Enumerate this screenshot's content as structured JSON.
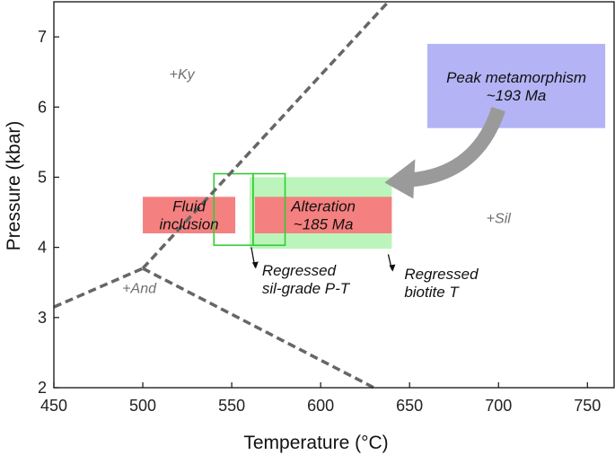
{
  "chart_data": {
    "type": "scatter",
    "title": "",
    "xlabel": "Temperature (°C)",
    "ylabel": "Pressure (kbar)",
    "xlim": [
      450,
      765
    ],
    "ylim": [
      2,
      7.5
    ],
    "xticks": [
      450,
      500,
      550,
      600,
      650,
      700,
      750
    ],
    "yticks": [
      2,
      3,
      4,
      5,
      6,
      7
    ],
    "grid": false,
    "phase_boundaries": [
      {
        "name": "Ky-Sil",
        "points": [
          [
            500,
            3.7
          ],
          [
            638,
            7.5
          ]
        ]
      },
      {
        "name": "And-Ky",
        "points": [
          [
            450,
            3.15
          ],
          [
            500,
            3.7
          ]
        ]
      },
      {
        "name": "And-Sil",
        "points": [
          [
            500,
            3.7
          ],
          [
            630,
            2.0
          ]
        ]
      }
    ],
    "stability_fields": [
      {
        "label": "+Ky",
        "x": 522,
        "y": 6.4
      },
      {
        "label": "+Sil",
        "x": 700,
        "y": 4.35
      },
      {
        "label": "+And",
        "x": 498,
        "y": 3.35
      }
    ],
    "regions": [
      {
        "label": "Peak metamorphism\n~193 Ma",
        "x": [
          660,
          760
        ],
        "y": [
          5.7,
          6.9
        ],
        "color": "#b3b3f5"
      },
      {
        "label": "",
        "x": [
          560,
          640
        ],
        "y": [
          3.98,
          5.0
        ],
        "color": "#bbf5bb"
      },
      {
        "label": "Fluid\ninclusion",
        "x": [
          500,
          552
        ],
        "y": [
          4.2,
          4.72
        ],
        "color": "#f58080"
      },
      {
        "label": "Alteration\n~185 Ma",
        "x": [
          563,
          640
        ],
        "y": [
          4.2,
          4.72
        ],
        "color": "#f58080"
      }
    ],
    "outline_boxes": [
      {
        "x": [
          540,
          562
        ],
        "y": [
          4.03,
          5.05
        ],
        "color": "#33cc33"
      },
      {
        "x": [
          562,
          580
        ],
        "y": [
          4.03,
          5.05
        ],
        "color": "#33cc33"
      }
    ],
    "annotations": [
      {
        "text": "Regressed\nsil-grade P-T",
        "x": 562,
        "y": 3.6
      },
      {
        "text": "Regressed\nbiotite T",
        "x": 642,
        "y": 3.55
      }
    ],
    "arrow_color": "#9a9a9a"
  }
}
